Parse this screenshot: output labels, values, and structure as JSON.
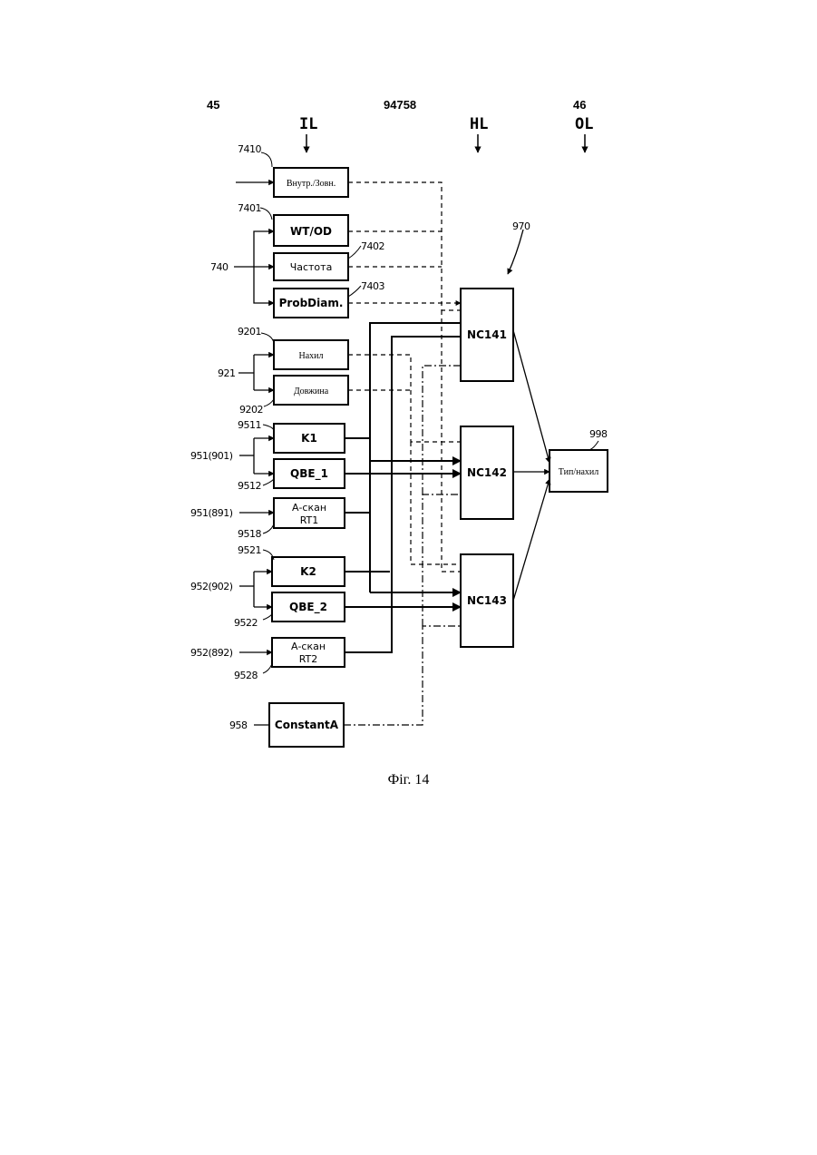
{
  "header": {
    "page_left": "45",
    "doc_number": "94758",
    "page_right": "46"
  },
  "layers": {
    "input": "IL",
    "hidden": "HL",
    "output": "OL"
  },
  "blocks": {
    "b7410": "Внутр./Зовн.",
    "b7401": "WT/OD",
    "b7402": "Частота",
    "b7403": "ProbDiam.",
    "b9201": "Нахил",
    "b9202": "Довжина",
    "b9511": "K1",
    "b9512": "QBE_1",
    "b9518_l1": "А-скан",
    "b9518_l2": "RT1",
    "b9521": "K2",
    "b9522": "QBE_2",
    "b9528_l1": "А-скан",
    "b9528_l2": "RT2",
    "b958": "ConstantA",
    "nc141": "NC141",
    "nc142": "NC142",
    "nc143": "NC143",
    "out998": "Тип/нахил"
  },
  "refs": {
    "r7410": "7410",
    "r7401": "7401",
    "r7402": "7402",
    "r7403": "7403",
    "r740": "740",
    "r9201": "9201",
    "r921": "921",
    "r9202": "9202",
    "r9511": "9511",
    "r951_901": "951(901)",
    "r9512": "9512",
    "r951_891": "951(891)",
    "r9518": "9518",
    "r9521": "9521",
    "r952_902": "952(902)",
    "r9522": "9522",
    "r952_892": "952(892)",
    "r9528": "9528",
    "r958": "958",
    "r970": "970",
    "r998": "998"
  },
  "caption": "Фіг. 14"
}
